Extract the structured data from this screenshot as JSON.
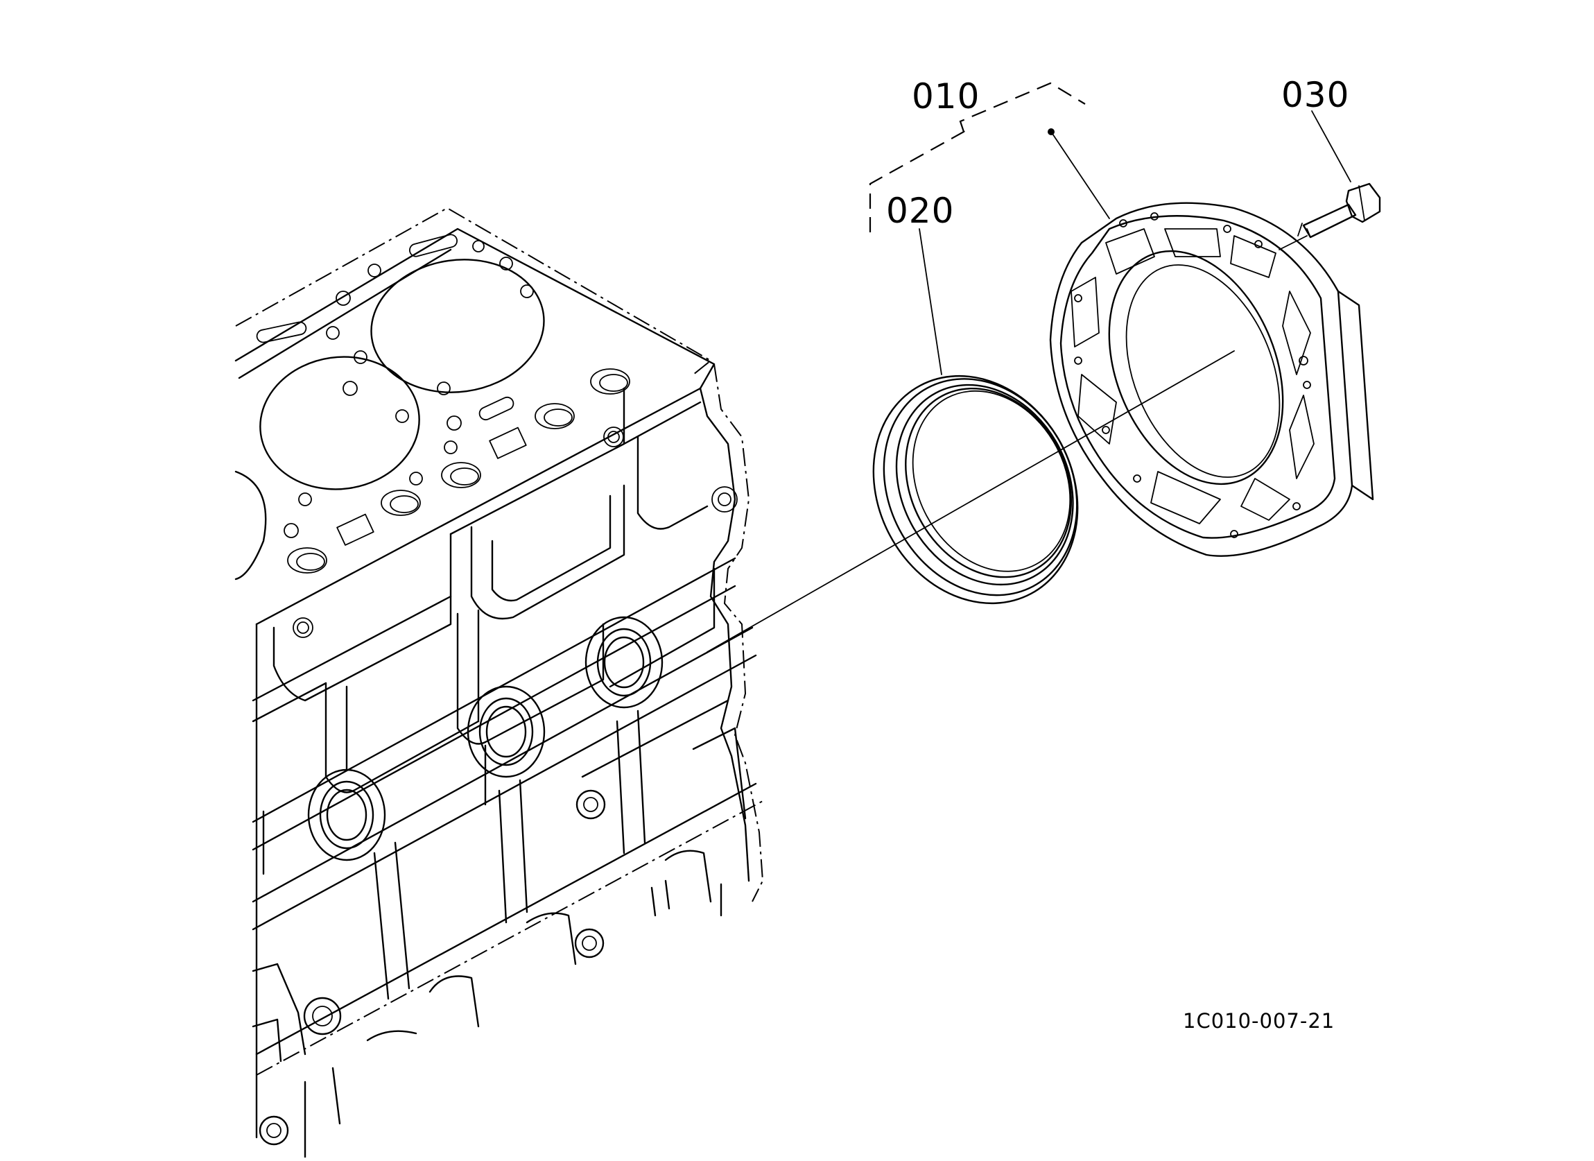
{
  "diagram": {
    "callouts": [
      {
        "id": "assembly",
        "label": "010"
      },
      {
        "id": "oil-seal",
        "label": "020"
      },
      {
        "id": "bolt",
        "label": "030"
      }
    ],
    "figure_code": "1C010-007-21",
    "line_color": "#000000",
    "background": "#ffffff"
  }
}
